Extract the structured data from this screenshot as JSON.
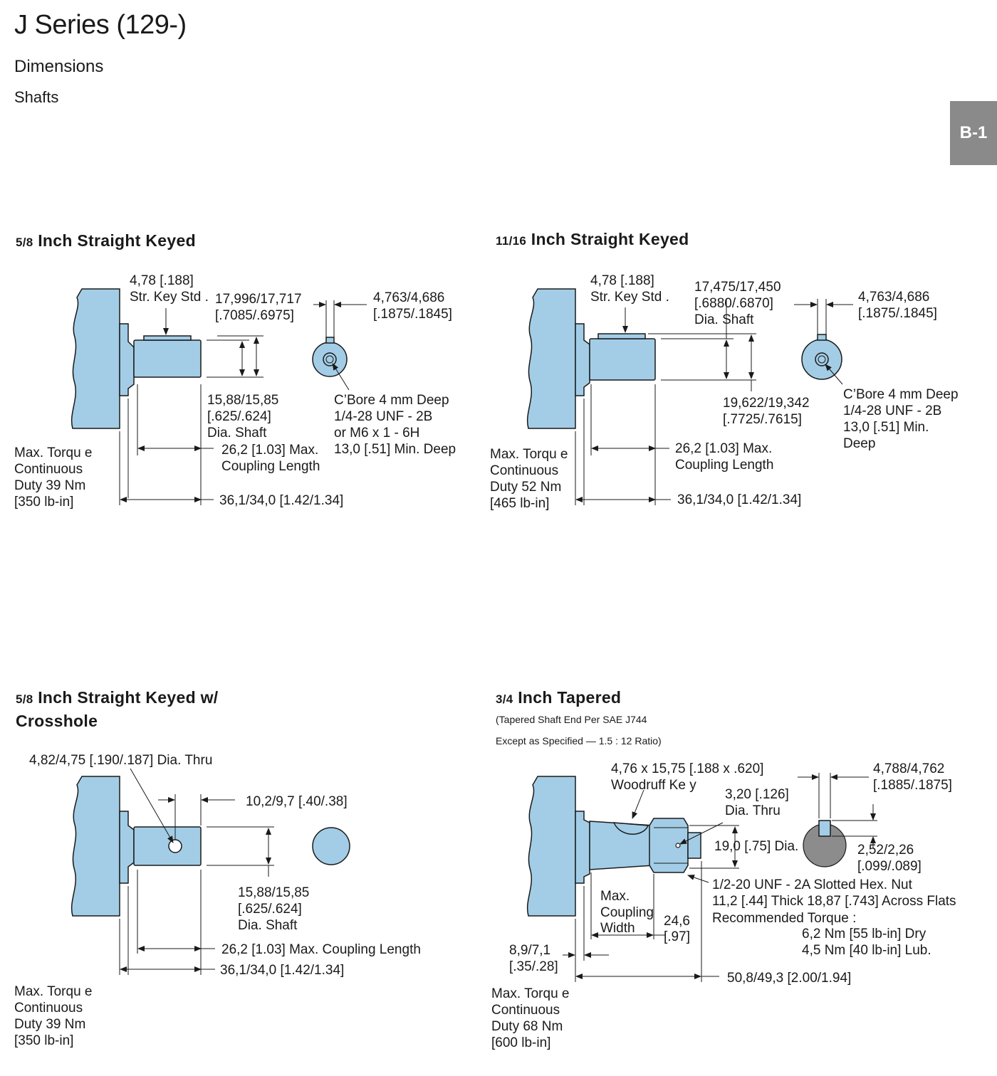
{
  "header": {
    "title": "J Series (129-)",
    "subtitle": "Dimensions",
    "section": "Shafts",
    "tab": "B-1"
  },
  "sections": [
    {
      "frac": "5/8",
      "title_rest": " Inch Straight Keyed",
      "labels": {
        "key1": "4,78 [.188]",
        "key2": "Str. Key Std .",
        "dia1": "17,996/17,717",
        "dia2": "[.7085/.6975]",
        "kw1": "4,763/4,686",
        "kw2": "[.1875/.1845]",
        "sh1": "15,88/15,85",
        "sh2": "[.625/.624]",
        "sh3": "Dia. Shaft",
        "cb1": "C’Bore 4 mm Deep",
        "cb2": "1/4-28 UNF - 2B",
        "cb3": "or M6 x 1 - 6H",
        "cb4": "13,0 [.51] Min. Deep",
        "cp1": "26,2 [1.03] Max.",
        "cp2": "Coupling Length",
        "len": "36,1/34,0 [1.42/1.34]",
        "tq1": "Max.  Torqu e",
        "tq2": "Continuous",
        "tq3": "Duty 39 Nm",
        "tq4": "[350 lb-in]"
      }
    },
    {
      "frac": "11/16",
      "title_rest": " Inch Straight Keyed",
      "labels": {
        "key1": "4,78 [.188]",
        "key2": "Str. Key Std .",
        "dia1": "17,475/17,450",
        "dia2": "[.6880/.6870]",
        "dia3": "Dia. Shaft",
        "kw1": "4,763/4,686",
        "kw2": "[.1875/.1845]",
        "sh1": "19,622/19,342",
        "sh2": "[.7725/.7615]",
        "cb1": "C’Bore 4 mm Deep",
        "cb2": "1/4-28 UNF - 2B",
        "cb3": "13,0 [.51] Min.",
        "cb4": "Deep",
        "cp1": "26,2 [1.03] Max.",
        "cp2": "Coupling Length",
        "len": "36,1/34,0 [1.42/1.34]",
        "tq1": "Max.  Torqu e",
        "tq2": "Continuous",
        "tq3": "Duty 52 Nm",
        "tq4": "[465 lb-in]"
      }
    },
    {
      "frac": "5/8",
      "title_rest": " Inch Straight Keyed w/",
      "title_line2": "Crosshole",
      "labels": {
        "hole": "4,82/4,75 [.190/.187] Dia. Thru",
        "pos": "10,2/9,7 [.40/.38]",
        "sh1": "15,88/15,85",
        "sh2": "[.625/.624]",
        "sh3": "Dia. Shaft",
        "cp": "26,2 [1.03] Max. Coupling Length",
        "len": "36,1/34,0 [1.42/1.34]",
        "tq1": "Max.  Torqu e",
        "tq2": "Continuous",
        "tq3": "Duty 39 Nm",
        "tq4": "[350 lb-in]"
      }
    },
    {
      "frac": "3/4",
      "title_rest": " Inch Tapered",
      "note1": "(Tapered Shaft End Per SAE J744",
      "note2": "Except as Specified — 1.5 : 12 Ratio)",
      "labels": {
        "wk1": "4,76 x 15,75 [.188 x .620]",
        "wk2": "Woodruff Ke  y",
        "ch1": "3,20 [.126]",
        "ch2": "Dia. Thru",
        "kw1": "4,788/4,762",
        "kw2": "[.1885/.1875]",
        "dia": "19,0 [.75] Dia.",
        "kh1": "2,52/2,26",
        "kh2": "[.099/.089]",
        "nut1": "1/2-20 UNF - 2A Slotted Hex. Nut",
        "nut2": "11,2 [.44] Thick 18,87 [.743] Across Flats",
        "nut3": "Recommended    Torque :",
        "nut4": "6,2 Nm [55 lb-in] Dry",
        "nut5": "4,5 Nm [40 lb-in] Lub.",
        "cw1": "Max.",
        "cw2": "Coupling",
        "cw3": "Width",
        "cwv1": "24,6",
        "cwv2": "[.97]",
        "fl1": "8,9/7,1",
        "fl2": "[.35/.28]",
        "len": "50,8/49,3 [2.00/1.94]",
        "tq1": "Max.  Torqu e",
        "tq2": "Continuous",
        "tq3": "Duty 68 Nm",
        "tq4": "[600 lb-in]"
      }
    }
  ]
}
